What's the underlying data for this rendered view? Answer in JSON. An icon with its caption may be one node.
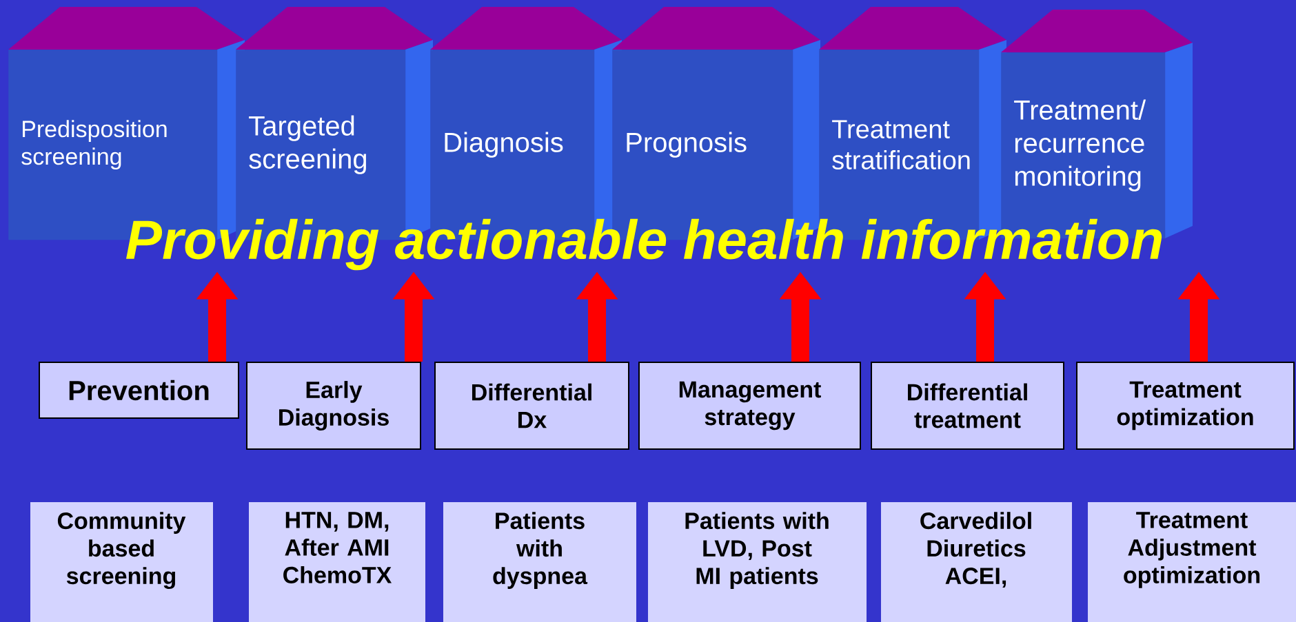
{
  "diagram": {
    "nodes": [
      {
        "text": [
          "Predisposition screening"
        ]
      },
      {
        "text": [
          "Targeted screening"
        ]
      },
      {
        "text": [
          "Diagnosis"
        ]
      },
      {
        "text": [
          "Prognosis"
        ]
      },
      {
        "text": [
          "Treatment stratification"
        ]
      },
      {
        "text": [
          "Treatment/ recurrence monitoring"
        ]
      },
      {
        "text": [
          "Providing actionable health information"
        ]
      },
      {
        "text": [
          "Prevention"
        ]
      },
      {
        "text": [
          "Early Diagnosis"
        ]
      },
      {
        "text": [
          "Differential Dx"
        ]
      },
      {
        "text": [
          "Management strategy"
        ]
      },
      {
        "text": [
          "Differential treatment"
        ]
      },
      {
        "text": [
          "Treatment optimization"
        ]
      },
      {
        "text": [
          "Community based screening"
        ]
      },
      {
        "text": [
          "HTN, DM, After AMI ChemoTX"
        ]
      },
      {
        "text": [
          "Patients with dyspnea"
        ]
      },
      {
        "text": [
          "Patients with LVD, Post MI patients"
        ]
      },
      {
        "text": [
          "Carvedilol Diuretics ACEI,"
        ]
      },
      {
        "text": [
          "Treatment Adjustment optimization"
        ]
      }
    ],
    "edges": [
      {
        "from": 7,
        "to": 6,
        "arrow": "to"
      },
      {
        "from": 8,
        "to": 6,
        "arrow": "to"
      },
      {
        "from": 9,
        "to": 6,
        "arrow": "to"
      },
      {
        "from": 10,
        "to": 6,
        "arrow": "to"
      },
      {
        "from": 11,
        "to": 6,
        "arrow": "to"
      },
      {
        "from": 12,
        "to": 6,
        "arrow": "to"
      }
    ]
  }
}
